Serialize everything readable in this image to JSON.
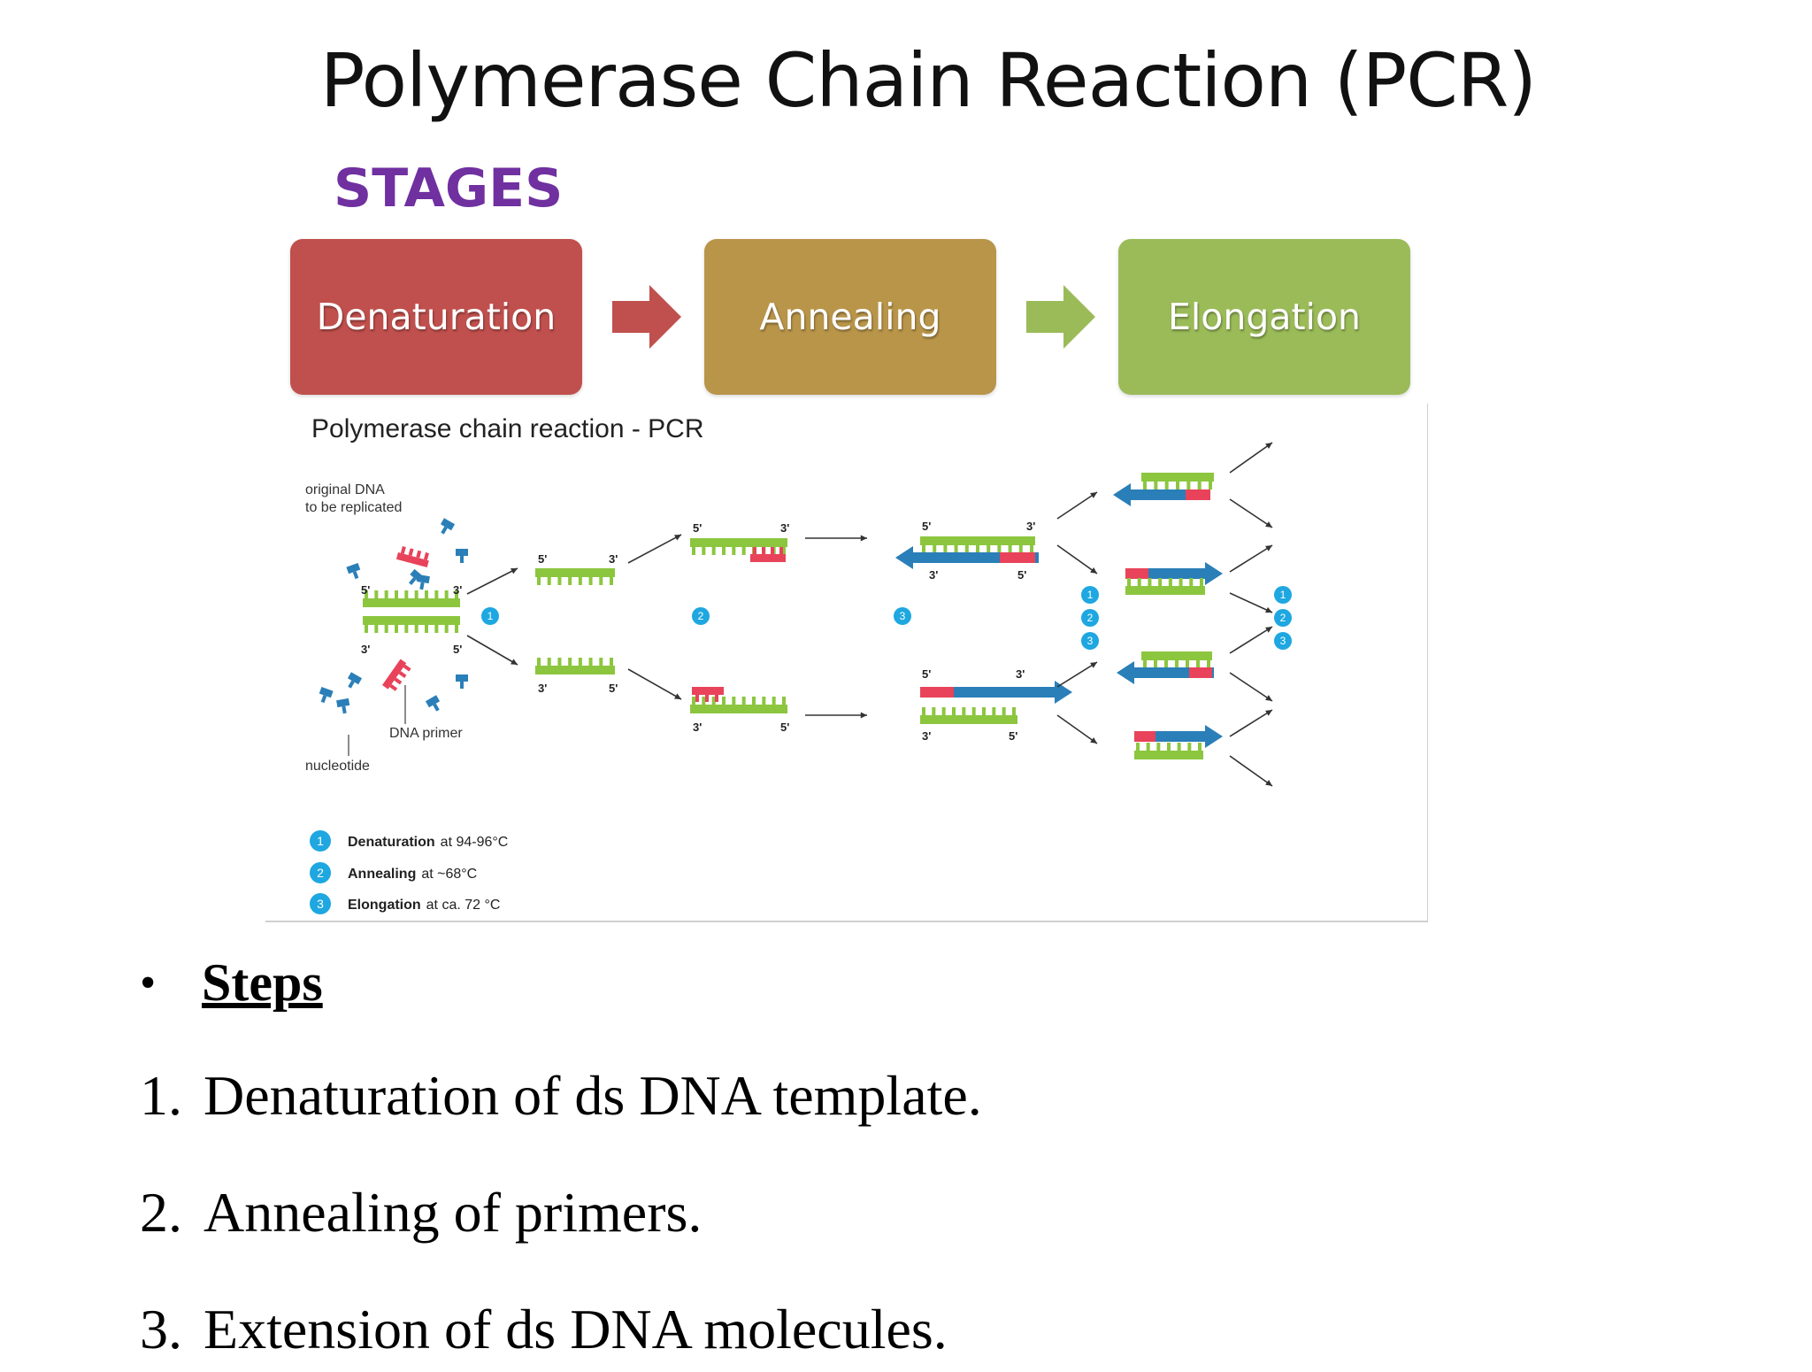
{
  "title": "Polymerase Chain Reaction (PCR)",
  "stages_heading": "STAGES",
  "stages": [
    {
      "label": "Denaturation",
      "color": "#c0504d",
      "arrow_color": "#c0504d"
    },
    {
      "label": "Annealing",
      "color": "#b9954a",
      "arrow_color": "#9bbb59"
    },
    {
      "label": "Elongation",
      "color": "#9bbb59"
    }
  ],
  "diagram": {
    "heading": "Polymerase chain reaction - PCR",
    "original_dna_label_line1": "original DNA",
    "original_dna_label_line2": "to be replicated",
    "dna_primer_label": "DNA primer",
    "nucleotide_label": "nucleotide",
    "strand_end_5": "5'",
    "strand_end_3": "3'",
    "step_numbers": [
      "1",
      "2",
      "3"
    ],
    "legend": [
      {
        "num": "1",
        "name": "Denaturation",
        "detail": "at 94-96°C"
      },
      {
        "num": "2",
        "name": "Annealing",
        "detail": "at ~68°C"
      },
      {
        "num": "3",
        "name": "Elongation",
        "detail": "at ca. 72 °C"
      }
    ],
    "colors": {
      "template": "#8cc63f",
      "primer": "#e8435a",
      "new_strand": "#2a7fb8",
      "step_badge": "#1ea7e0"
    }
  },
  "steps_heading": "Steps",
  "bullet": "•",
  "steps": [
    {
      "num": "1.",
      "text": "Denaturation of ds DNA template."
    },
    {
      "num": "2.",
      "text": "Annealing of primers."
    },
    {
      "num": "3.",
      "text": "Extension of ds DNA molecules."
    }
  ]
}
